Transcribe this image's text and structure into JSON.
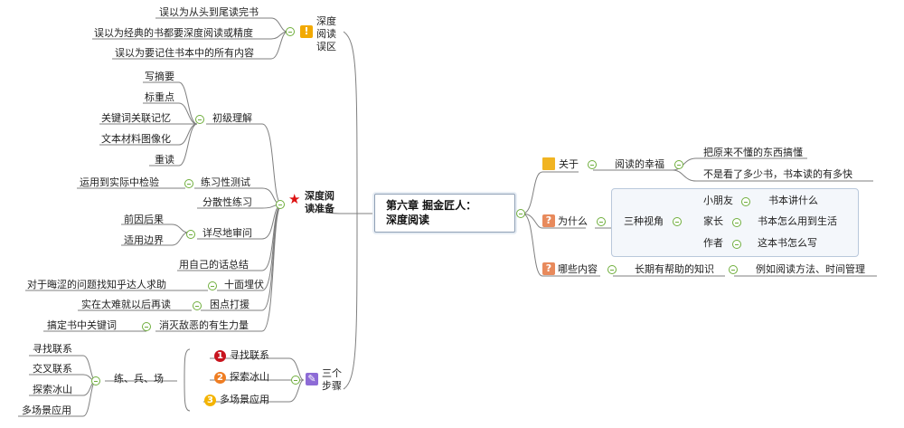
{
  "center": {
    "line1": "第六章  掘金匠人：",
    "line2": "深度阅读"
  },
  "right": {
    "about": {
      "label": "关于",
      "sub": "阅读的幸福",
      "items": [
        "把原来不懂的东西搞懂",
        "不是看了多少书，书本读的有多快"
      ]
    },
    "why": {
      "label": "为什么",
      "sub": "三种视角",
      "items": [
        {
          "who": "小朋友",
          "what": "书本讲什么"
        },
        {
          "who": "家长",
          "what": "书本怎么用到生活"
        },
        {
          "who": "作者",
          "what": "这本书怎么写"
        }
      ]
    },
    "what": {
      "label": "哪些内容",
      "sub": "长期有帮助的知识",
      "detail": "例如阅读方法、时间管理"
    }
  },
  "left": {
    "misread": {
      "label": [
        "深度",
        "阅读",
        "误区"
      ],
      "items": [
        "误以为从头到尾读完书",
        "误以为经典的书都要深度阅读或精度",
        "误以为要记住书本中的所有内容"
      ]
    },
    "prep": {
      "label": [
        "深度阅",
        "读准备"
      ],
      "basic": {
        "label": "初级理解",
        "items": [
          "写摘要",
          "标重点",
          "关键词关联记忆",
          "文本材料图像化",
          "重读"
        ]
      },
      "practice": {
        "label": "练习性测试",
        "item": "运用到实际中检验"
      },
      "spaced": "分散性练习",
      "examine": {
        "label": "详尽地审问",
        "items": [
          "前因后果",
          "适用边界"
        ]
      },
      "summary": "用自己的话总结",
      "ambush": {
        "label": "十面埋伏",
        "item": "对于晦涩的问题找知乎达人求助"
      },
      "spot": {
        "label": "困点打援",
        "item": "实在太难就以后再读"
      },
      "elim": {
        "label": "消灭敌恶的有生力量",
        "item": "搞定书中关键词"
      }
    },
    "steps": {
      "label": [
        "三个",
        "步骤"
      ],
      "numbered": [
        "寻找联系",
        "探索冰山",
        "多场景应用"
      ],
      "group": {
        "label": "练、兵、场",
        "items": [
          "寻找联系",
          "交叉联系",
          "探索冰山",
          "多场景应用"
        ]
      }
    }
  },
  "colors": {
    "line": "#7f7f7f",
    "expand": "#6fae3c",
    "star": "#dd1111",
    "n1": "#c8141e",
    "n2": "#ef7d22",
    "n3": "#f4b400"
  }
}
